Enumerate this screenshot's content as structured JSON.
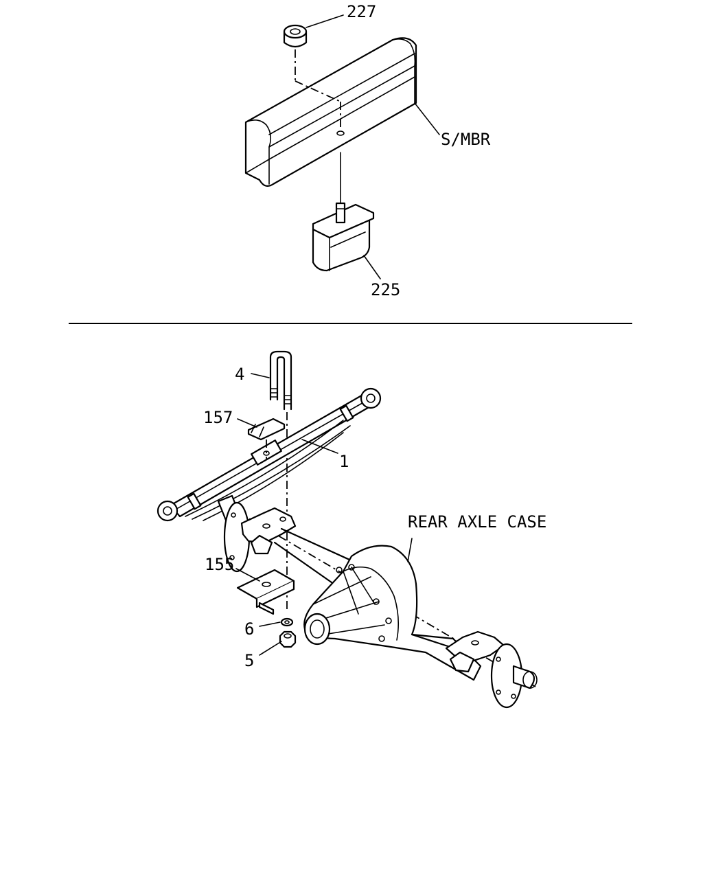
{
  "callouts": {
    "p227": "227",
    "s_mbr": "S/MBR",
    "p225": "225",
    "p4": "4",
    "p157": "157",
    "p1": "1",
    "rear_axle_case": "REAR AXLE CASE",
    "p155": "155",
    "p6": "6",
    "p5": "5"
  }
}
